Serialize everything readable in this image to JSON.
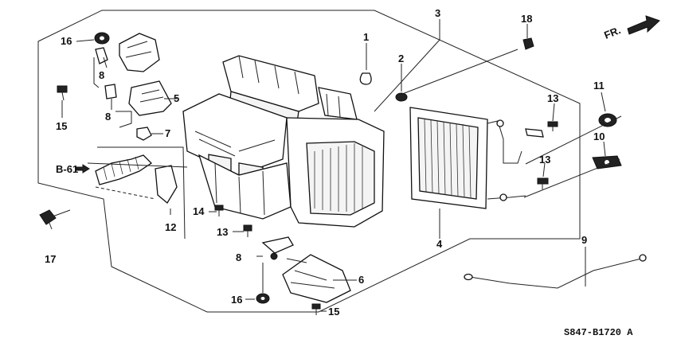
{
  "diagram": {
    "callouts": {
      "c1": "1",
      "c2": "2",
      "c3": "3",
      "c4": "4",
      "c5": "5",
      "c6": "6",
      "c7": "7",
      "c8a": "8",
      "c8b": "8",
      "c8c": "8",
      "c9": "9",
      "c10": "10",
      "c11": "11",
      "c12": "12",
      "c13a": "13",
      "c13b": "13",
      "c13c": "13",
      "c14": "14",
      "c15a": "15",
      "c15b": "15",
      "c16a": "16",
      "c16b": "16",
      "c17": "17",
      "c18": "18"
    },
    "reference": "B-61",
    "direction": "FR.",
    "diagram_code": "S847-B1720 A"
  }
}
